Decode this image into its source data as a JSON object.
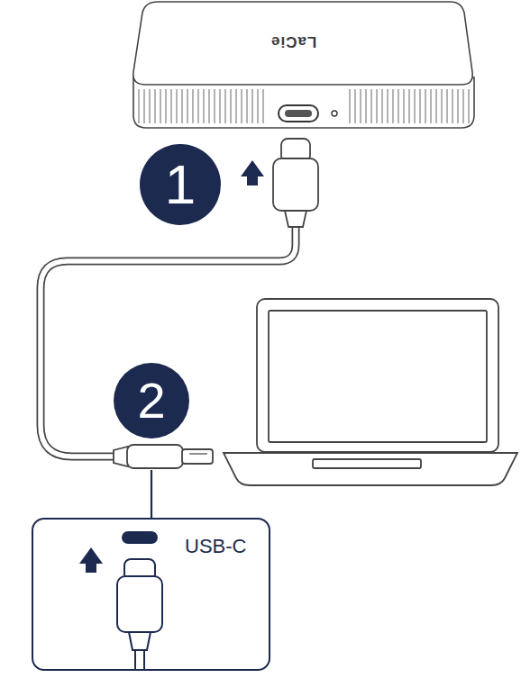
{
  "diagram": {
    "nodes": [
      {
        "text": [
          "1"
        ]
      },
      {
        "text": [
          "2"
        ]
      },
      {
        "text": [
          "USB-C"
        ]
      }
    ],
    "labels": [
      "LaCie"
    ]
  }
}
